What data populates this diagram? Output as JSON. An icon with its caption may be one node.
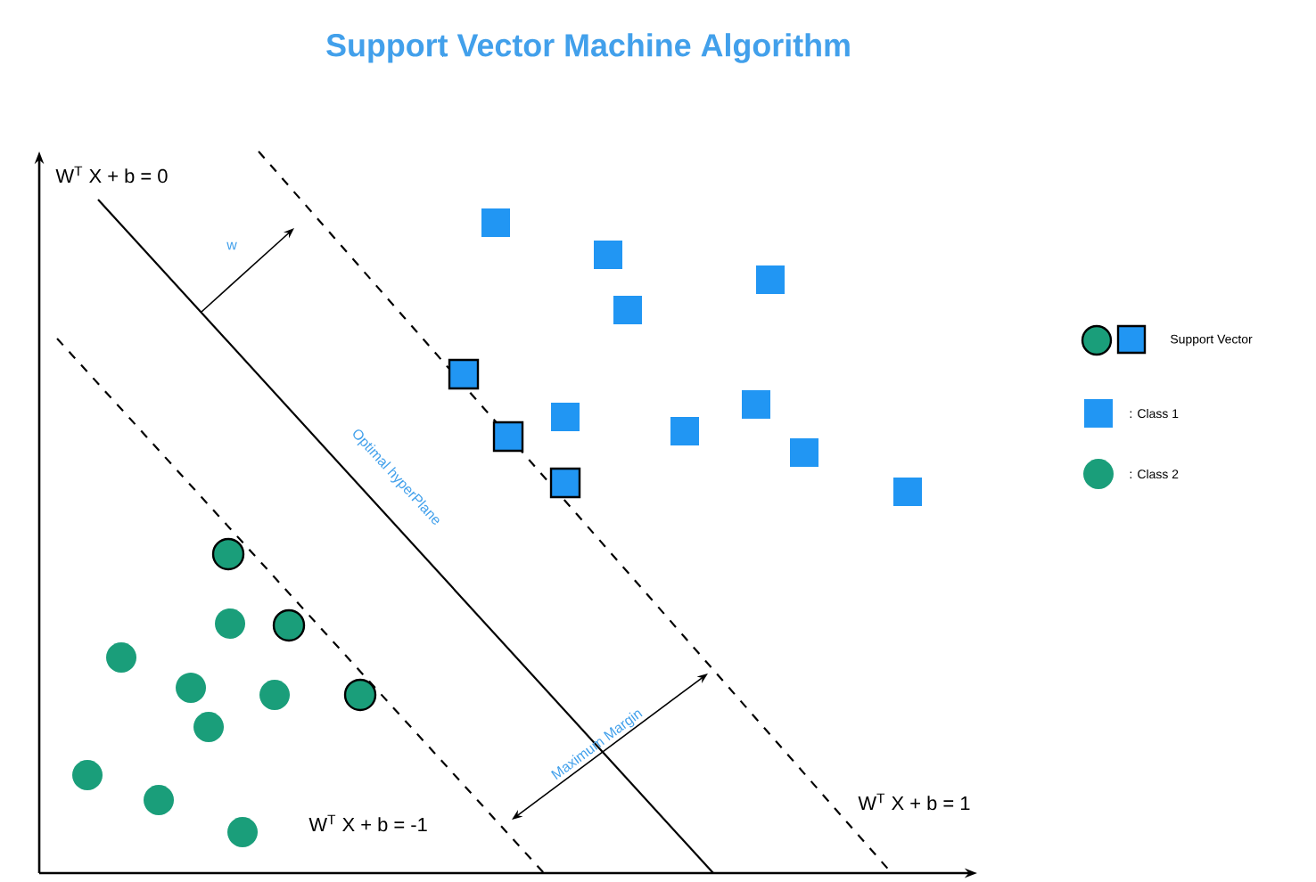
{
  "diagram": {
    "title": "Support Vector Machine Algorithm",
    "labels": [
      "W$^{T}$ X + b = 0",
      "w",
      "Optimal hyperPlane",
      "Maximum Margin",
      "W$^{T}$ X + b = -1",
      "W$^{T}$ X + b = 1"
    ],
    "legend": [
      {
        "text": "Support Vector"
      },
      {
        "text": ": Class 1",
        "color": "#2196f3"
      },
      {
        "text": ": Class 2",
        "color": "#1a9e7a"
      }
    ]
  }
}
